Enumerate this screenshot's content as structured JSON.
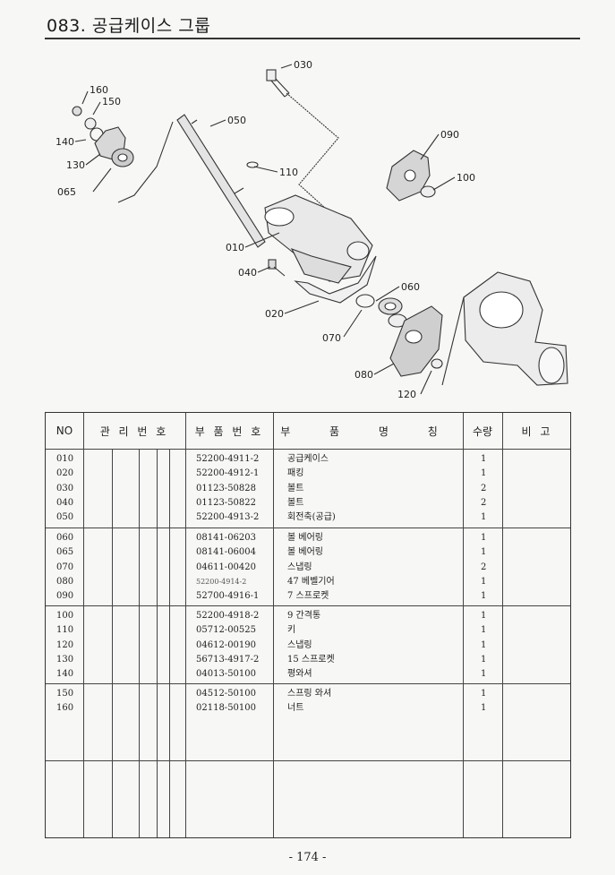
{
  "header": {
    "title": "083. 공급케이스 그룹"
  },
  "diagram": {
    "callouts": [
      "030",
      "160",
      "150",
      "050",
      "140",
      "130",
      "065",
      "110",
      "090",
      "100",
      "010",
      "040",
      "060",
      "020",
      "070",
      "080",
      "120"
    ]
  },
  "table": {
    "headers": {
      "no": "NO",
      "mgmt": "관 리 번 호",
      "part_no": "부 품 번 호",
      "part_name": "부 품 명 칭",
      "qty": "수량",
      "remark": "비 고"
    },
    "groups": [
      {
        "rows": [
          {
            "no": "010",
            "part_no": "52200-4911-2",
            "name": "공급케이스",
            "qty": "1"
          },
          {
            "no": "020",
            "part_no": "52200-4912-1",
            "name": "패킹",
            "qty": "1"
          },
          {
            "no": "030",
            "part_no": "01123-50828",
            "name": "볼트",
            "qty": "2"
          },
          {
            "no": "040",
            "part_no": "01123-50822",
            "name": "볼트",
            "qty": "2"
          },
          {
            "no": "050",
            "part_no": "52200-4913-2",
            "name": "회전축(공급)",
            "qty": "1"
          }
        ]
      },
      {
        "rows": [
          {
            "no": "060",
            "part_no": "08141-06203",
            "name": "볼 베어링",
            "qty": "1"
          },
          {
            "no": "065",
            "part_no": "08141-06004",
            "name": "볼 베어링",
            "qty": "1"
          },
          {
            "no": "070",
            "part_no": "04611-00420",
            "name": "스냅링",
            "qty": "2"
          },
          {
            "no": "080",
            "part_no": "52200-4914-2",
            "name": "47 베벨기어",
            "qty": "1"
          },
          {
            "no": "090",
            "part_no": "52700-4916-1",
            "name": "7 스프로켓",
            "qty": "1"
          }
        ]
      },
      {
        "rows": [
          {
            "no": "100",
            "part_no": "52200-4918-2",
            "name": "9 간격통",
            "qty": "1"
          },
          {
            "no": "110",
            "part_no": "05712-00525",
            "name": "키",
            "qty": "1"
          },
          {
            "no": "120",
            "part_no": "04612-00190",
            "name": "스냅링",
            "qty": "1"
          },
          {
            "no": "130",
            "part_no": "56713-4917-2",
            "name": "15 스프로켓",
            "qty": "1"
          },
          {
            "no": "140",
            "part_no": "04013-50100",
            "name": "평와셔",
            "qty": "1"
          }
        ]
      },
      {
        "rows": [
          {
            "no": "150",
            "part_no": "04512-50100",
            "name": "스프링 와셔",
            "qty": "1"
          },
          {
            "no": "160",
            "part_no": "02118-50100",
            "name": "너트",
            "qty": "1"
          }
        ]
      }
    ]
  },
  "footer": {
    "page": "- 174 -"
  }
}
